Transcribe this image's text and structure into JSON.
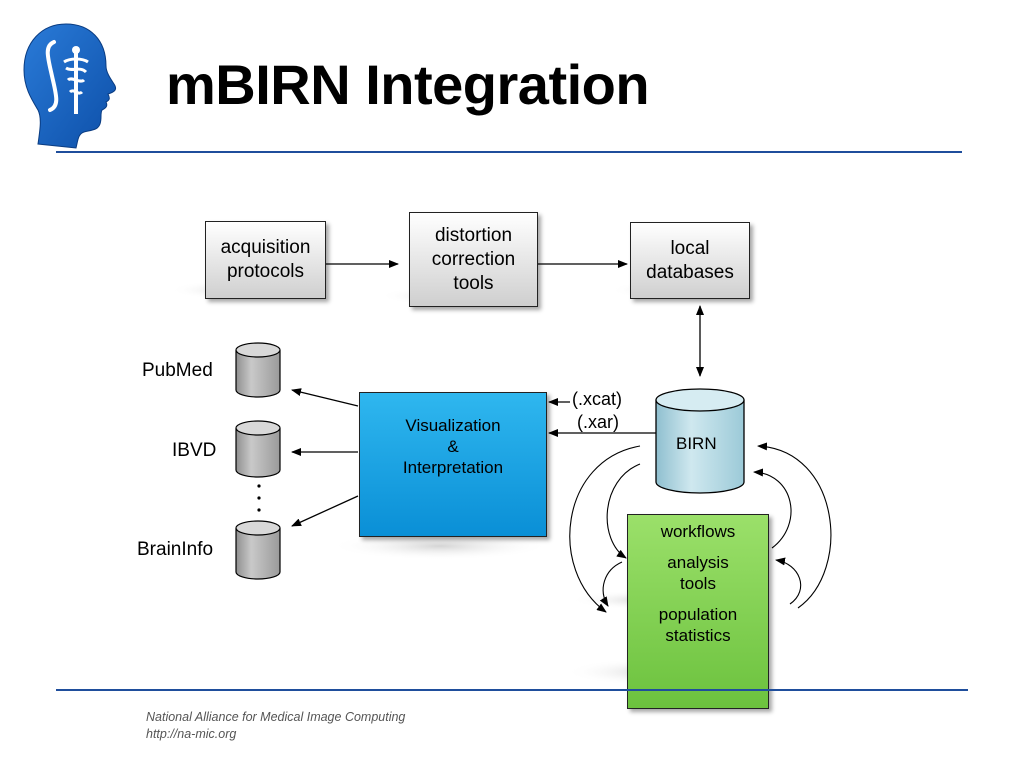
{
  "title": "mBIRN Integration",
  "footer": {
    "line1": "National Alliance for Medical Image Computing",
    "line2": "http://na-mic.org"
  },
  "nodes": {
    "acquisition": [
      "acquisition",
      "protocols"
    ],
    "distortion": [
      "distortion",
      "correction",
      "tools"
    ],
    "local_db": [
      "local",
      "databases"
    ],
    "visualization": [
      "Visualization",
      "&",
      "Interpretation"
    ],
    "birn": "BIRN",
    "workflows": {
      "item1": "workflows",
      "item2": [
        "analysis",
        "tools"
      ],
      "item3": [
        "population",
        "statistics"
      ]
    }
  },
  "databases": [
    "PubMed",
    "IBVD",
    "BrainInfo"
  ],
  "formats": [
    "(.xcat)",
    "(.xar)"
  ],
  "colors": {
    "rule": "#1f4e9c",
    "visualization": "#1aa3e6",
    "birn": "#b9dbe6",
    "workflows": "#86d253",
    "db_cylinder": "#b5b5b5"
  },
  "logo_icon": "brain-head-caduceus-icon"
}
